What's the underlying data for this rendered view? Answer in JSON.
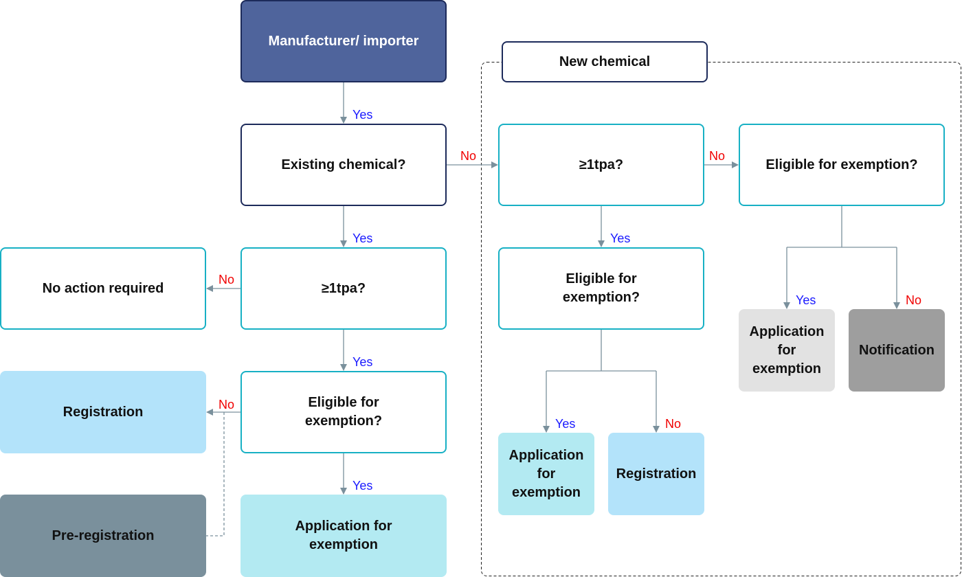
{
  "nodes": {
    "manufacturer": "Manufacturer/ importer",
    "existing": "Existing chemical?",
    "tpa_existing": "≥1tpa?",
    "no_action": "No action required",
    "eligible_existing": "Eligible for exemption?",
    "registration_existing": "Registration",
    "preregistration": "Pre-registration",
    "application_existing": "Application for exemption",
    "new_chemical": "New chemical",
    "tpa_new": "≥1tpa?",
    "eligible_new_low": "Eligible for exemption?",
    "eligible_new_high": "Eligible for exemption?",
    "application_new_high": "Application for exemption",
    "registration_new": "Registration",
    "application_new_low": "Application for exemption",
    "notification": "Notification"
  },
  "labels": {
    "yes": "Yes",
    "no": "No"
  },
  "colors": {
    "arrow": "#7a909c",
    "yes": "#1a1aff",
    "no": "#f00000",
    "navy": "#1c2a5a",
    "teal": "#17b0c4"
  }
}
